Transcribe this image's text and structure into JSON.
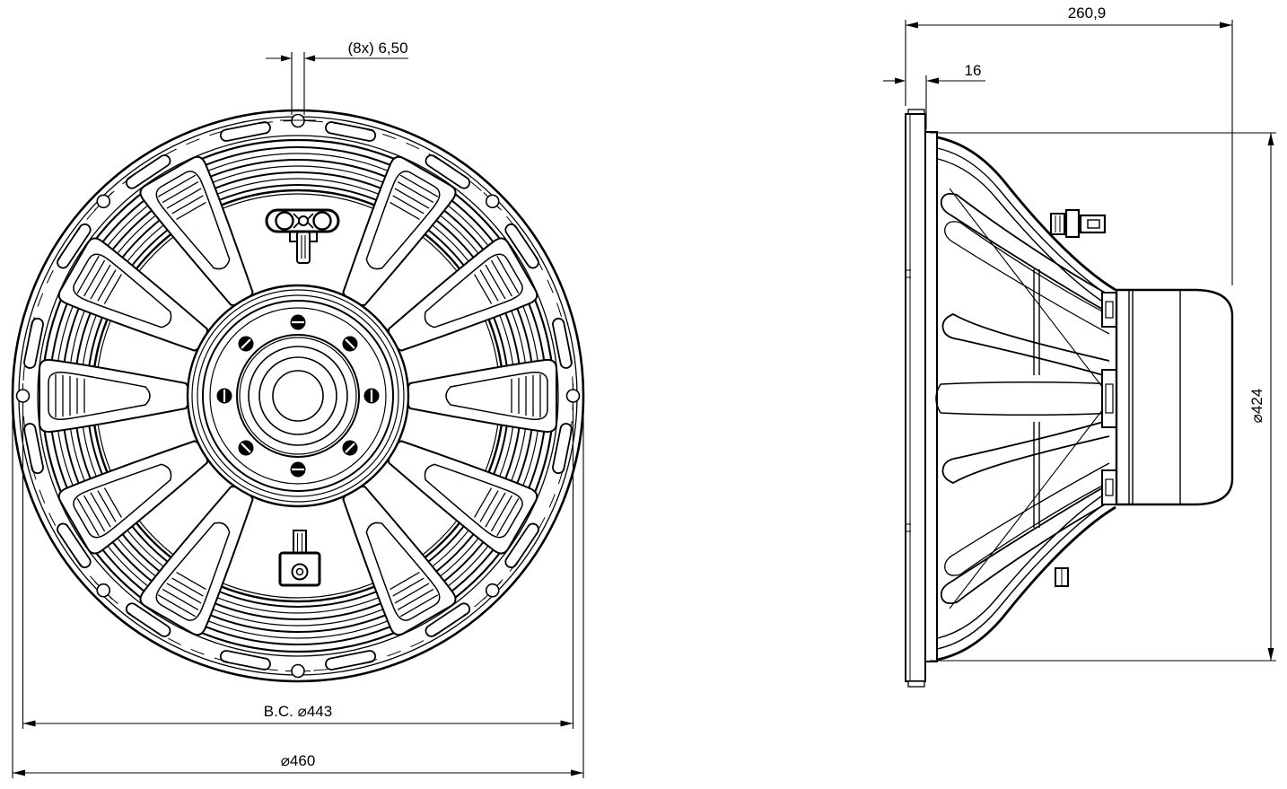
{
  "dimensions": {
    "front": {
      "hole_note": "(8x) 6,50",
      "bolt_circle": "B.C. ⌀443",
      "outer_diameter": "⌀460"
    },
    "side": {
      "depth": "260,9",
      "flange_thickness": "16",
      "rear_diameter": "⌀424"
    }
  },
  "colors": {
    "line": "#000000",
    "background": "#ffffff"
  }
}
